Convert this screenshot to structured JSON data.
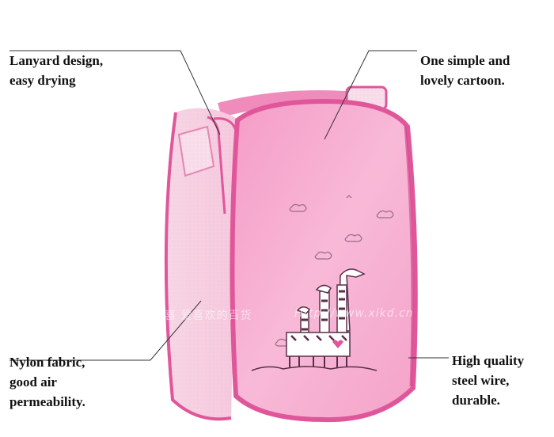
{
  "callouts": {
    "lanyard": {
      "line1": "Lanyard design,",
      "line2": "easy drying"
    },
    "cartoon": {
      "line1": "One simple and",
      "line2": "lovely cartoon."
    },
    "nylon": {
      "line1": "Nylon fabric,",
      "line2": "good air",
      "line3": "permeability."
    },
    "steel": {
      "line1": "High quality",
      "line2": "steel wire,",
      "line3": "durable."
    }
  },
  "watermark": {
    "chinese": "喜 爱喜欢的百货",
    "url": "Http://www.xikd.cn"
  },
  "colors": {
    "hamper_pink": "#f4a0c8",
    "hamper_light": "#f9c8df",
    "binding": "#e0569a",
    "mesh": "#f6d3e4"
  }
}
